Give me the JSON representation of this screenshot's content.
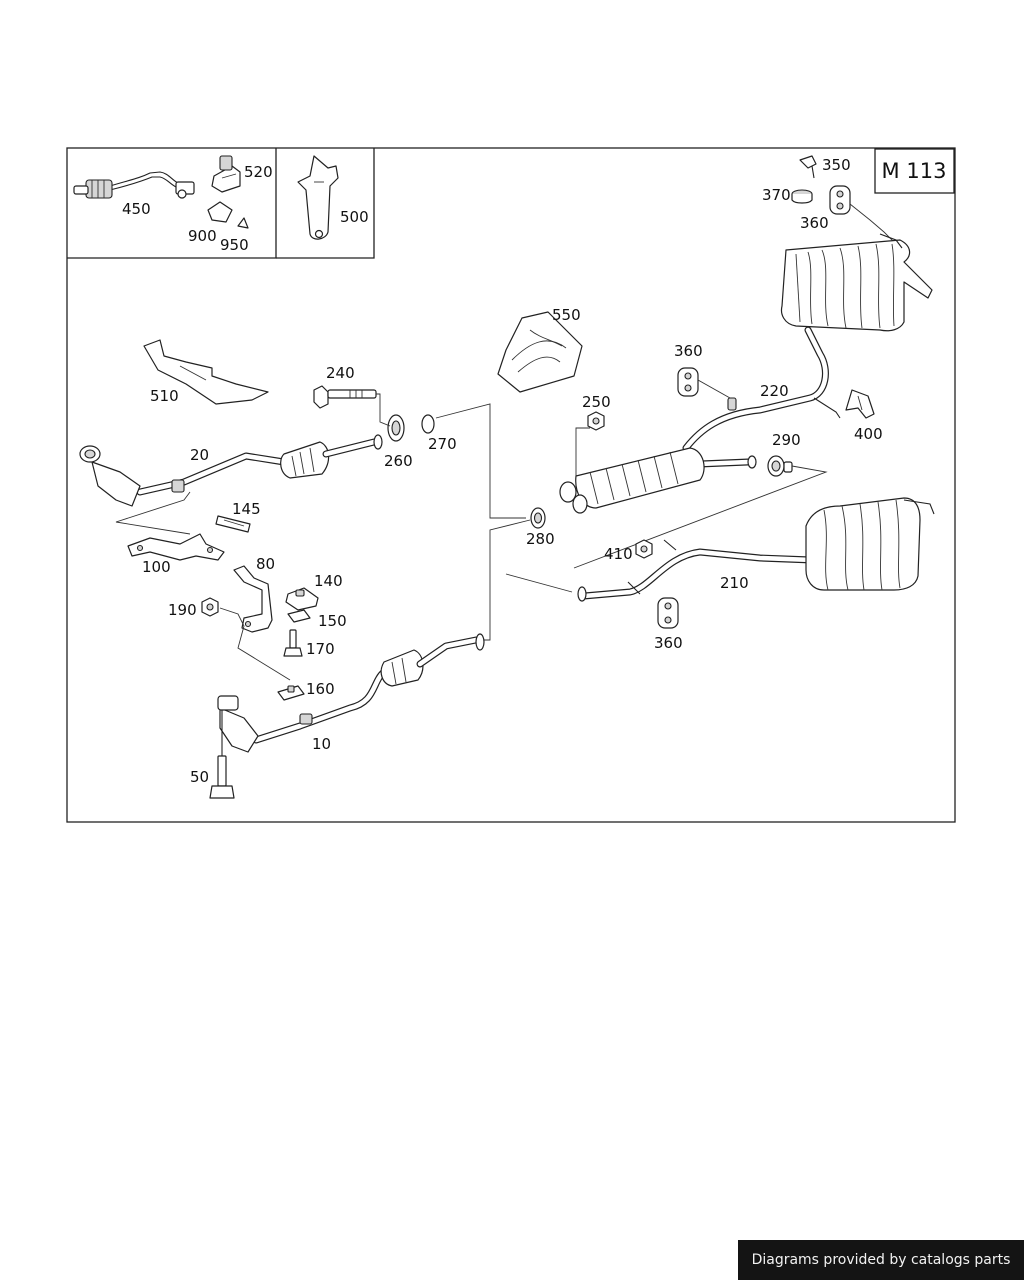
{
  "diagram": {
    "engine_code": "M 113",
    "labels": {
      "p450": "450",
      "p520": "520",
      "p900": "900",
      "p950": "950",
      "p500": "500",
      "p350": "350",
      "p370": "370",
      "p360a": "360",
      "p550": "550",
      "p360b": "360",
      "p240": "240",
      "p510": "510",
      "p250": "250",
      "p220": "220",
      "p400": "400",
      "p260": "260",
      "p270": "270",
      "p290": "290",
      "p20": "20",
      "p145": "145",
      "p280": "280",
      "p100": "100",
      "p410": "410",
      "p210": "210",
      "p80": "80",
      "p140": "140",
      "p190": "190",
      "p150": "150",
      "p360c": "360",
      "p170": "170",
      "p160": "160",
      "p10": "10",
      "p50": "50"
    }
  },
  "footer": {
    "credit": "Diagrams provided by catalogs parts"
  }
}
